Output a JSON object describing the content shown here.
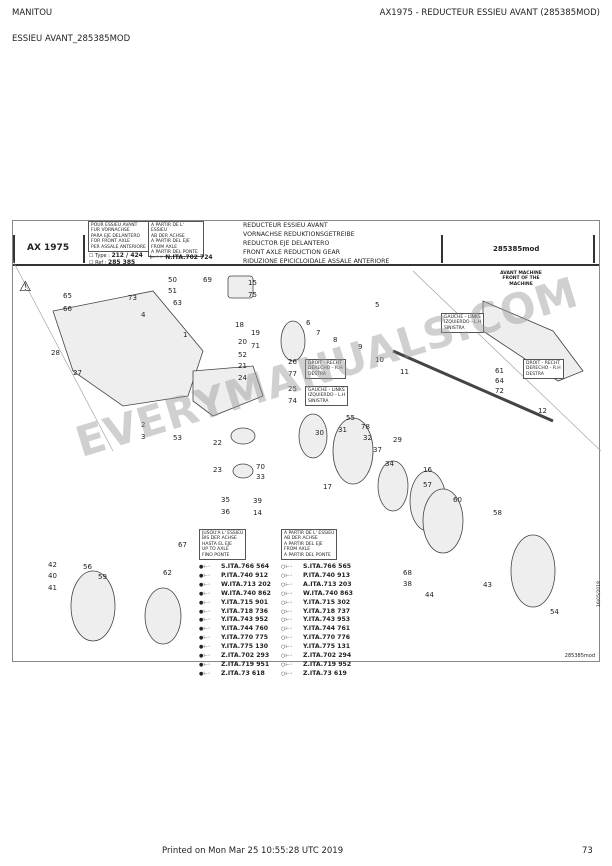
{
  "header": {
    "brand": "MANITOU",
    "doc_title": "AX1975 - REDUCTEUR ESSIEU AVANT (285385MOD)",
    "subtitle": "ESSIEU AVANT_285385MOD"
  },
  "plate": {
    "code": "AX 1975",
    "box_until": [
      "POUR ESSIEU AVANT",
      "FUR VORNACHSE",
      "PARA EJE DELANTERO",
      "FOR FRONT AXLE",
      "PER ASSALE ANTERIORE"
    ],
    "box_from": [
      "A PARTIR DE L' ESSIEU",
      "AB DER ACHSE",
      "A PARTIR DEL EJE",
      "FROM AXLE",
      "A PARTIR DEL PONTE"
    ],
    "type_label": "Type :",
    "type_value": "212 / 424",
    "ref_label": "Ref :",
    "ref_value": "285 385",
    "serial": "N.ITA.702 724",
    "titles": [
      "REDUCTEUR ESSIEU AVANT",
      "VORNACHSE REDUKTIONSGETREIBE",
      "REDUCTOR EJE DELANTERO",
      "FRONT AXLE REDUCTION GEAR",
      "RIDUZIONE EPICICLOIDALE ASSALE ANTERIORE"
    ],
    "ref_mod": "285385mod"
  },
  "notes": {
    "front": "AVANT MACHINE FRONT OF THE MACHINE",
    "left": [
      "GAUCHE - LINKS",
      "IZQUIERDO - L.H",
      "SINISTRA"
    ],
    "right": [
      "DROIT - RECHT",
      "DERECHO - R.H",
      "DESTRA"
    ],
    "right2": [
      "DROIT - RECHT",
      "DERECHO - R.H",
      "DESTRA"
    ],
    "left2": [
      "GAUCHE - LINKS",
      "IZQUIERDO - L.H",
      "SINISTRA"
    ]
  },
  "list_until_header": [
    "JUSQU'A L' ESSIEU",
    "BIS DER ACHSE",
    "HASTA EL EJE",
    "UP TO AXLE",
    "FINO PONTE"
  ],
  "list_from_header": [
    "A PARTIR DE L' ESSIEU",
    "AB DER ACHSE",
    "A PARTIR DEL EJE",
    "FROM AXLE",
    "A PARTIR DEL PONTE"
  ],
  "list_until": [
    "S.ITA.766 564",
    "P.ITA.740 912",
    "W.ITA.713 202",
    "W.ITA.740 862",
    "Y.ITA.715 901",
    "Y.ITA.718 736",
    "Y.ITA.743 952",
    "Y.ITA.744 760",
    "Y.ITA.770 775",
    "Y.ITA.775 130",
    "Z.ITA.702 293",
    "Z.ITA.719 951",
    "Z.ITA.73 618"
  ],
  "list_from": [
    "S.ITA.766 565",
    "P.ITA.740 913",
    "A.ITA.713 203",
    "W.ITA.740 863",
    "Y.ITA.715 302",
    "Y.ITA.718 737",
    "Y.ITA.743 953",
    "Y.ITA.744 761",
    "Y.ITA.770 776",
    "Y.ITA.775 131",
    "Z.ITA.702 294",
    "Z.ITA.719 952",
    "Z.ITA.73 619"
  ],
  "date": "16/05/2018",
  "drawing_ref": "285385mod",
  "watermark": "EVERYMANUALS.COM",
  "callouts": [
    "50",
    "69",
    "15",
    "75",
    "73",
    "51",
    "63",
    "4",
    "5",
    "6",
    "7",
    "8",
    "9",
    "10",
    "1",
    "18",
    "19",
    "71",
    "52",
    "21",
    "24",
    "26",
    "77",
    "25",
    "74",
    "11",
    "12",
    "61",
    "64",
    "72",
    "28",
    "27",
    "2",
    "3",
    "53",
    "55",
    "78",
    "32",
    "30",
    "29",
    "22",
    "23",
    "70",
    "33",
    "34",
    "35",
    "36",
    "39",
    "14",
    "67",
    "17",
    "16",
    "57",
    "60",
    "58",
    "42",
    "40",
    "41",
    "56",
    "59",
    "62",
    "68",
    "38",
    "44",
    "54",
    "65",
    "66",
    "20",
    "31",
    "37",
    "43"
  ],
  "footer": {
    "printed": "Printed on  Mon Mar 25 10:55:28 UTC 2019",
    "page": "73"
  }
}
